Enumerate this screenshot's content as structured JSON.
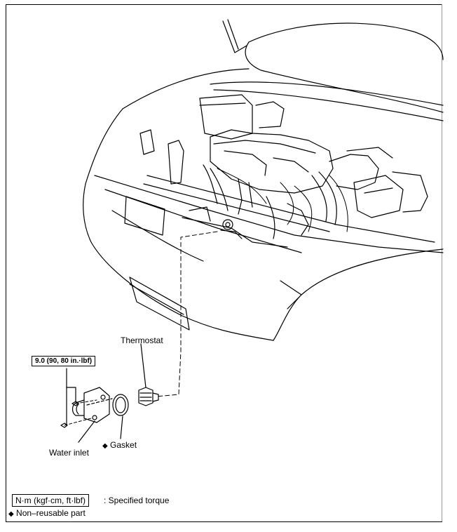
{
  "labels": {
    "thermostat": "Thermostat",
    "torque_spec": "9.0 (90, 80 in.·lbf)",
    "water_inlet": "Water inlet",
    "gasket_marker": "◆",
    "gasket": "Gasket"
  },
  "legend": {
    "torque_units": "N·m (kgf·cm, ft·lbf)",
    "torque_desc": ": Specified torque",
    "nonreusable_marker": "◆",
    "nonreusable_desc": "Non–reusable part"
  }
}
